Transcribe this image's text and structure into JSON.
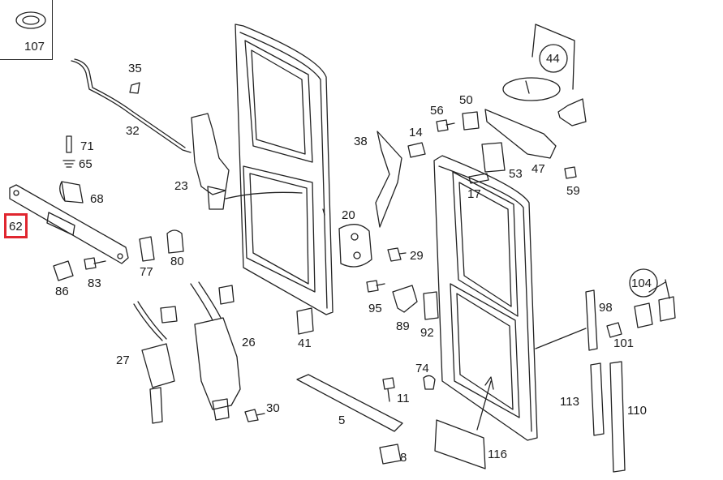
{
  "labels": {
    "l107": "107",
    "l35": "35",
    "l32": "32",
    "l71": "71",
    "l65": "65",
    "l68": "68",
    "l62": "62",
    "l23": "23",
    "l86": "86",
    "l83": "83",
    "l77": "77",
    "l80": "80",
    "l27": "27",
    "l26": "26",
    "l30": "30",
    "l41": "41",
    "l38": "38",
    "l14": "14",
    "l20": "20",
    "l29": "29",
    "l95": "95",
    "l89": "89",
    "l92": "92",
    "l56": "56",
    "l50": "50",
    "l44": "44",
    "l53": "53",
    "l47": "47",
    "l59": "59",
    "l17": "17",
    "l104": "104",
    "l98": "98",
    "l101": "101",
    "l74": "74",
    "l11": "11",
    "l5": "5",
    "l8": "8",
    "l113": "113",
    "l110": "110",
    "l116": "116"
  },
  "highlight": {
    "label": "62",
    "color": "#e0262f"
  }
}
